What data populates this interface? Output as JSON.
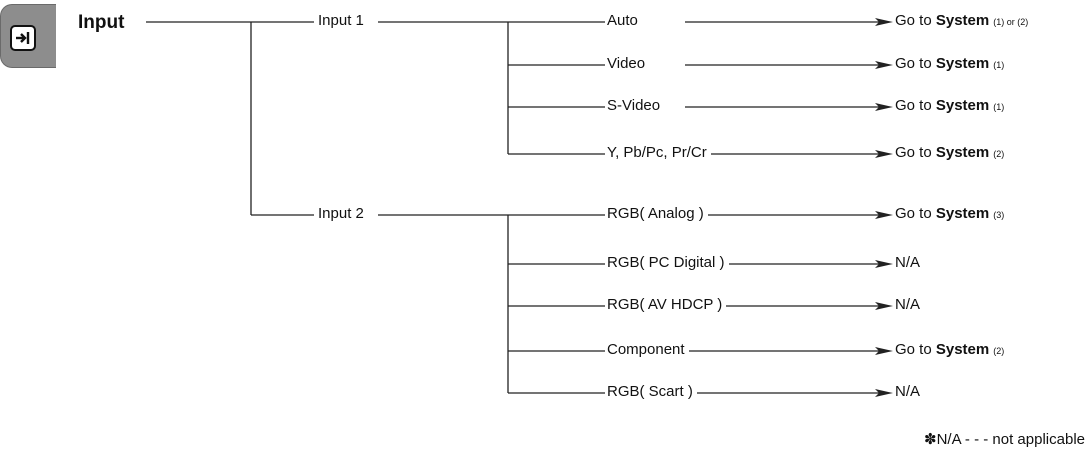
{
  "menu": {
    "title": "Input",
    "icon": "input-icon",
    "branches": [
      {
        "label": "Input 1",
        "options": [
          {
            "label": "Auto",
            "result": {
              "text": "Go to ",
              "bold": "System",
              "note": "(1) or (2)"
            }
          },
          {
            "label": "Video",
            "result": {
              "text": "Go to ",
              "bold": "System",
              "note": "(1)"
            }
          },
          {
            "label": "S-Video",
            "result": {
              "text": "Go to ",
              "bold": "System",
              "note": "(1)"
            }
          },
          {
            "label": "Y, Pb/Pc, Pr/Cr",
            "result": {
              "text": "Go to ",
              "bold": "System",
              "note": "(2)"
            }
          }
        ]
      },
      {
        "label": "Input 2",
        "options": [
          {
            "label": "RGB( Analog )",
            "result": {
              "text": "Go to ",
              "bold": "System",
              "note": "(3)"
            }
          },
          {
            "label": "RGB( PC Digital )",
            "result": {
              "text": "N/A",
              "bold": "",
              "note": ""
            }
          },
          {
            "label": "RGB( AV HDCP )",
            "result": {
              "text": "N/A",
              "bold": "",
              "note": ""
            }
          },
          {
            "label": "Component",
            "result": {
              "text": "Go to ",
              "bold": "System",
              "note": "(2)"
            }
          },
          {
            "label": "RGB( Scart )",
            "result": {
              "text": "N/A",
              "bold": "",
              "note": ""
            }
          }
        ]
      }
    ]
  },
  "footnote": "✽N/A - - - not applicable"
}
